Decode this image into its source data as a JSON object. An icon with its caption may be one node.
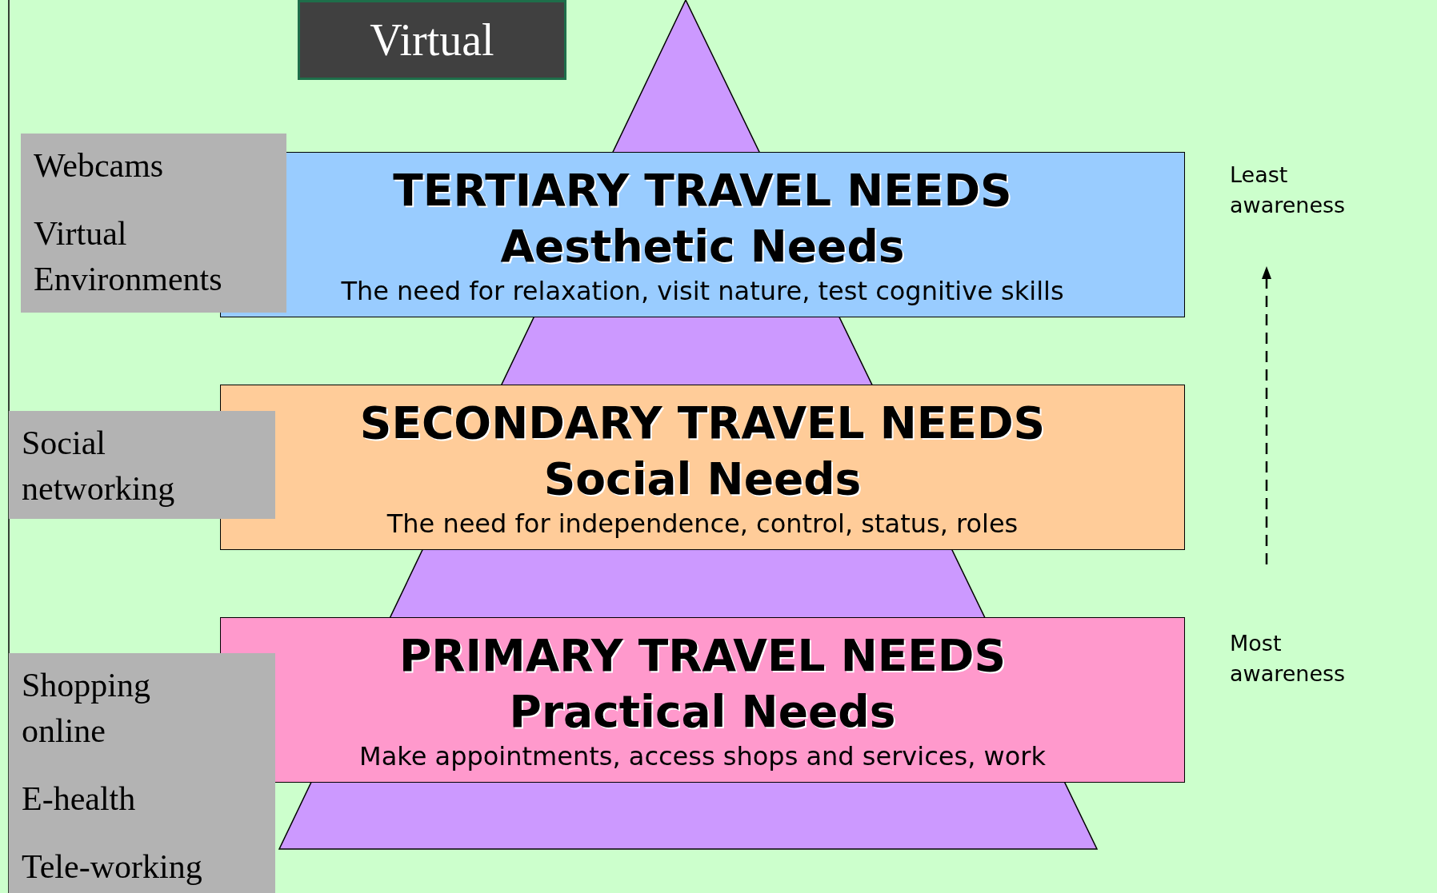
{
  "diagram": {
    "nodes": [
      {
        "text": [
          "Virtual"
        ]
      },
      {
        "text": [
          "Webcams",
          "Virtual Environments"
        ]
      },
      {
        "text": [
          "TERTIARY TRAVEL NEEDS",
          "Aesthetic Needs",
          "The need for relaxation, visit nature, test cognitive skills"
        ]
      },
      {
        "text": [
          "Social networking"
        ]
      },
      {
        "text": [
          "SECONDARY TRAVEL NEEDS",
          "Social Needs",
          "The need for independence, control, status, roles"
        ]
      },
      {
        "text": [
          "Shopping online",
          "E-health",
          "Tele-working"
        ]
      },
      {
        "text": [
          "PRIMARY TRAVEL NEEDS",
          "Practical Needs",
          "Make appointments, access shops and services, work"
        ]
      }
    ],
    "edges": [],
    "labels": [
      "Least awareness",
      "Most awareness"
    ]
  }
}
